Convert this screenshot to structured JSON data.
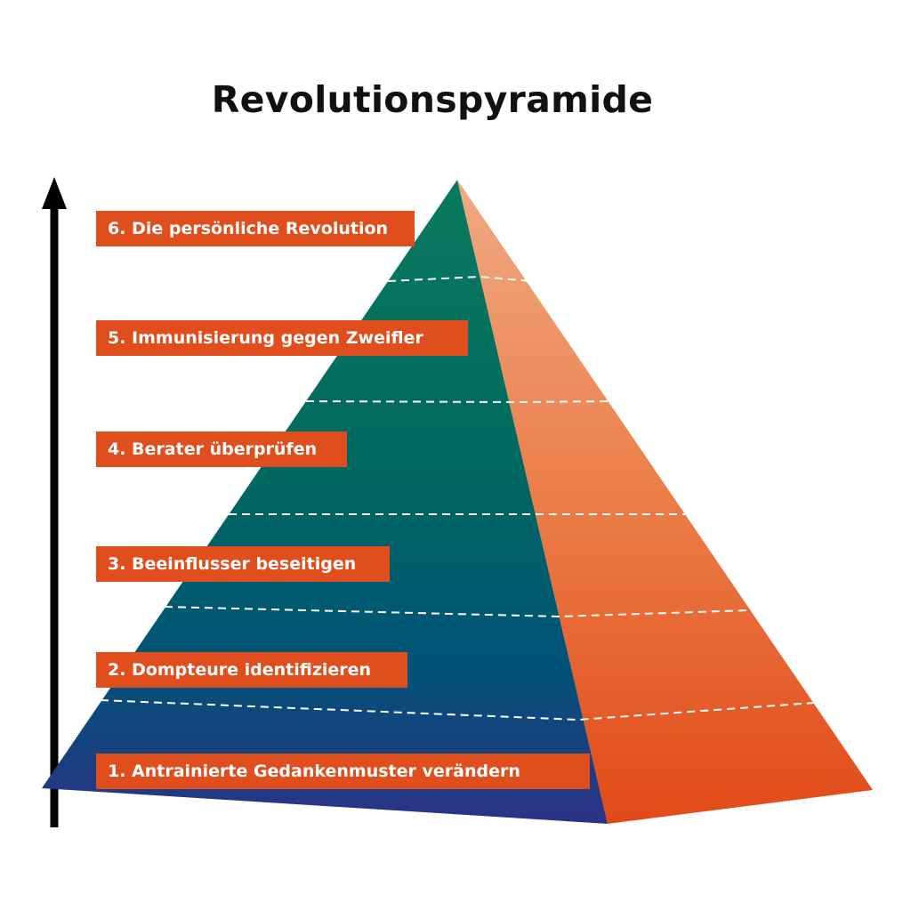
{
  "title": "Revolutionspyramide",
  "levels": [
    {
      "id": "6",
      "label": "6. Die persönliche Revolution"
    },
    {
      "id": "5",
      "label": "5. Immunisierung gegen Zweifler"
    },
    {
      "id": "4",
      "label": "4. Berater überprüfen"
    },
    {
      "id": "3",
      "label": "3. Beeinflusser beseitigen"
    },
    {
      "id": "2",
      "label": "2. Dompteure identifizieren"
    },
    {
      "id": "1",
      "label": "1. Antrainierte Gedankenmuster verändern"
    }
  ],
  "colors": {
    "label_background": "#e04e1d",
    "left_face_top": "#0a7a5e",
    "left_face_mid": "#005377",
    "left_face_bottom": "#2c3287",
    "right_face_top": "#f0aa85",
    "right_face_bottom": "#e14a18",
    "arrow": "#000000",
    "divider": "#ffffff"
  }
}
